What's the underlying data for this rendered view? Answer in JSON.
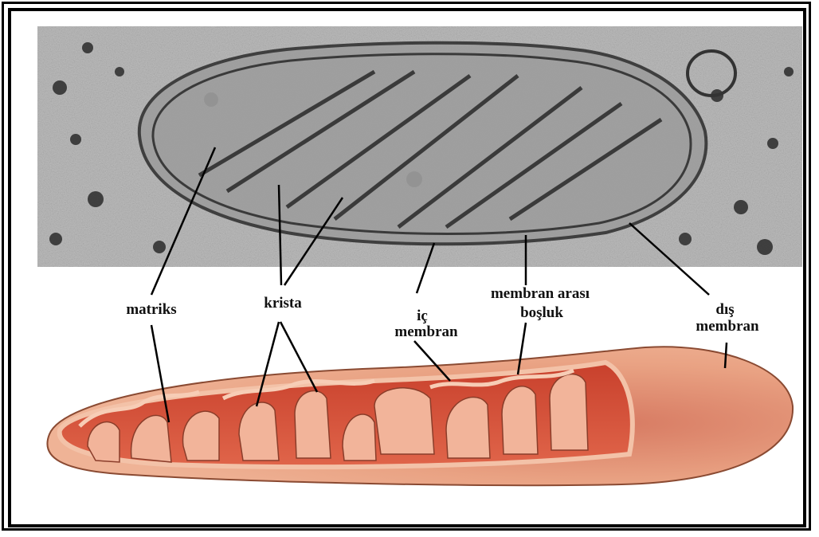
{
  "labels": {
    "matriks": "matriks",
    "krista": "krista",
    "ic_membran_line1": "iç",
    "ic_membran_line2": "membran",
    "membran_arasi_line1": "membran arası",
    "membran_arasi_line2": "boşluk",
    "dis_membran_line1": "dış",
    "dis_membran_line2": "membran"
  },
  "colors": {
    "frame": "#000000",
    "micrograph_bg": "#b9b9b9",
    "mitochondrion_outer": "#e79a78",
    "mitochondrion_inner": "#d8543c",
    "cristae": "#f2b79c"
  }
}
